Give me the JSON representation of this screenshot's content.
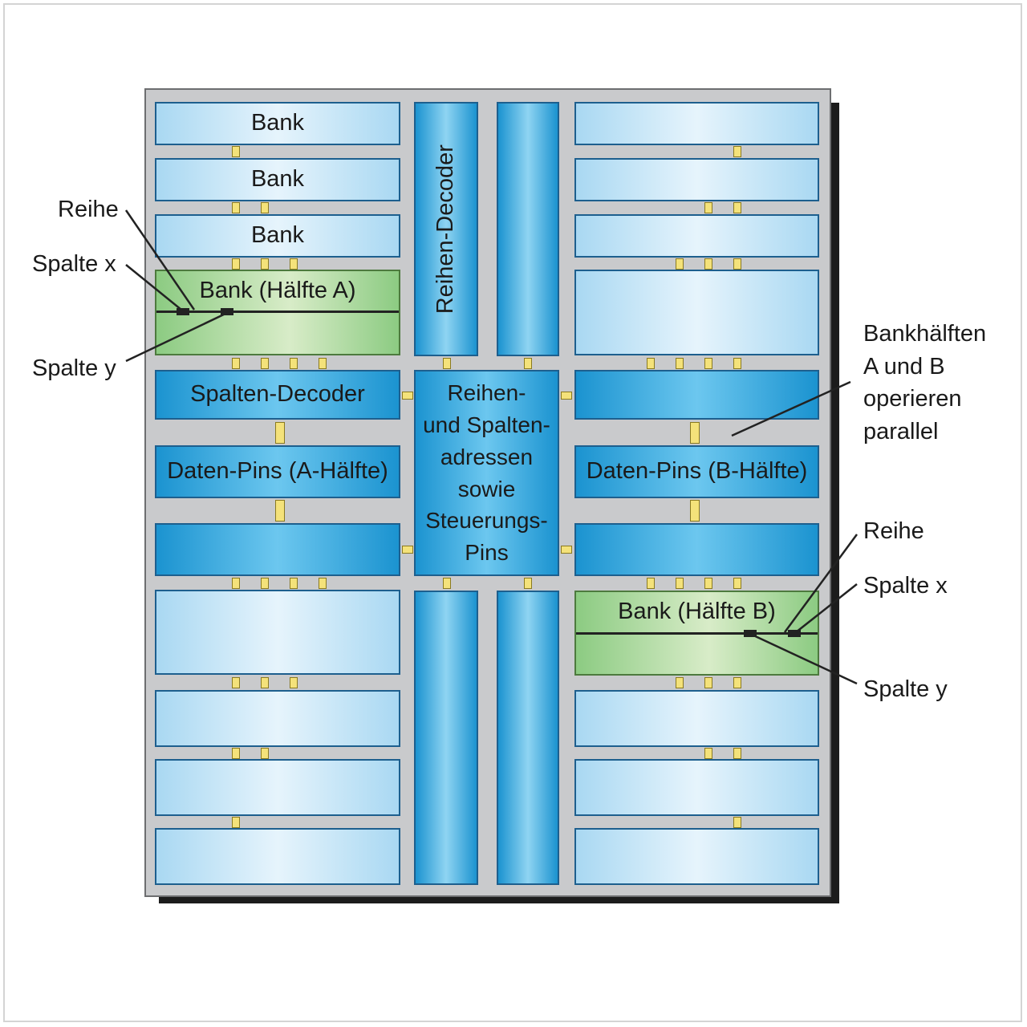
{
  "blocks": {
    "bank_1": "Bank",
    "bank_2": "Bank",
    "bank_3": "Bank",
    "bank_half_a": "Bank (Hälfte A)",
    "column_decoder": "Spalten-Decoder",
    "data_pins_a": "Daten-Pins (A-Hälfte)",
    "row_decoder": "Reihen-Decoder",
    "address_pins": "Reihen-\nund Spalten-\nadressen\nsowie\nSteuerungs-\nPins",
    "data_pins_b": "Daten-Pins (B-Hälfte)",
    "bank_half_b": "Bank (Hälfte B)"
  },
  "labels": {
    "left_row": "Reihe",
    "left_col_x": "Spalte x",
    "left_col_y": "Spalte y",
    "bank_halves_note": "Bankhälften\nA und B\noperieren\nparallel",
    "right_row": "Reihe",
    "right_col_x": "Spalte x",
    "right_col_y": "Spalte y"
  },
  "colors": {
    "bank_light": "#a9d8f2",
    "block_dark": "#1b93d0",
    "bank_half_green": "#8ccb82",
    "connector": "#f4e27a",
    "chip_gray": "#c9cacc"
  }
}
